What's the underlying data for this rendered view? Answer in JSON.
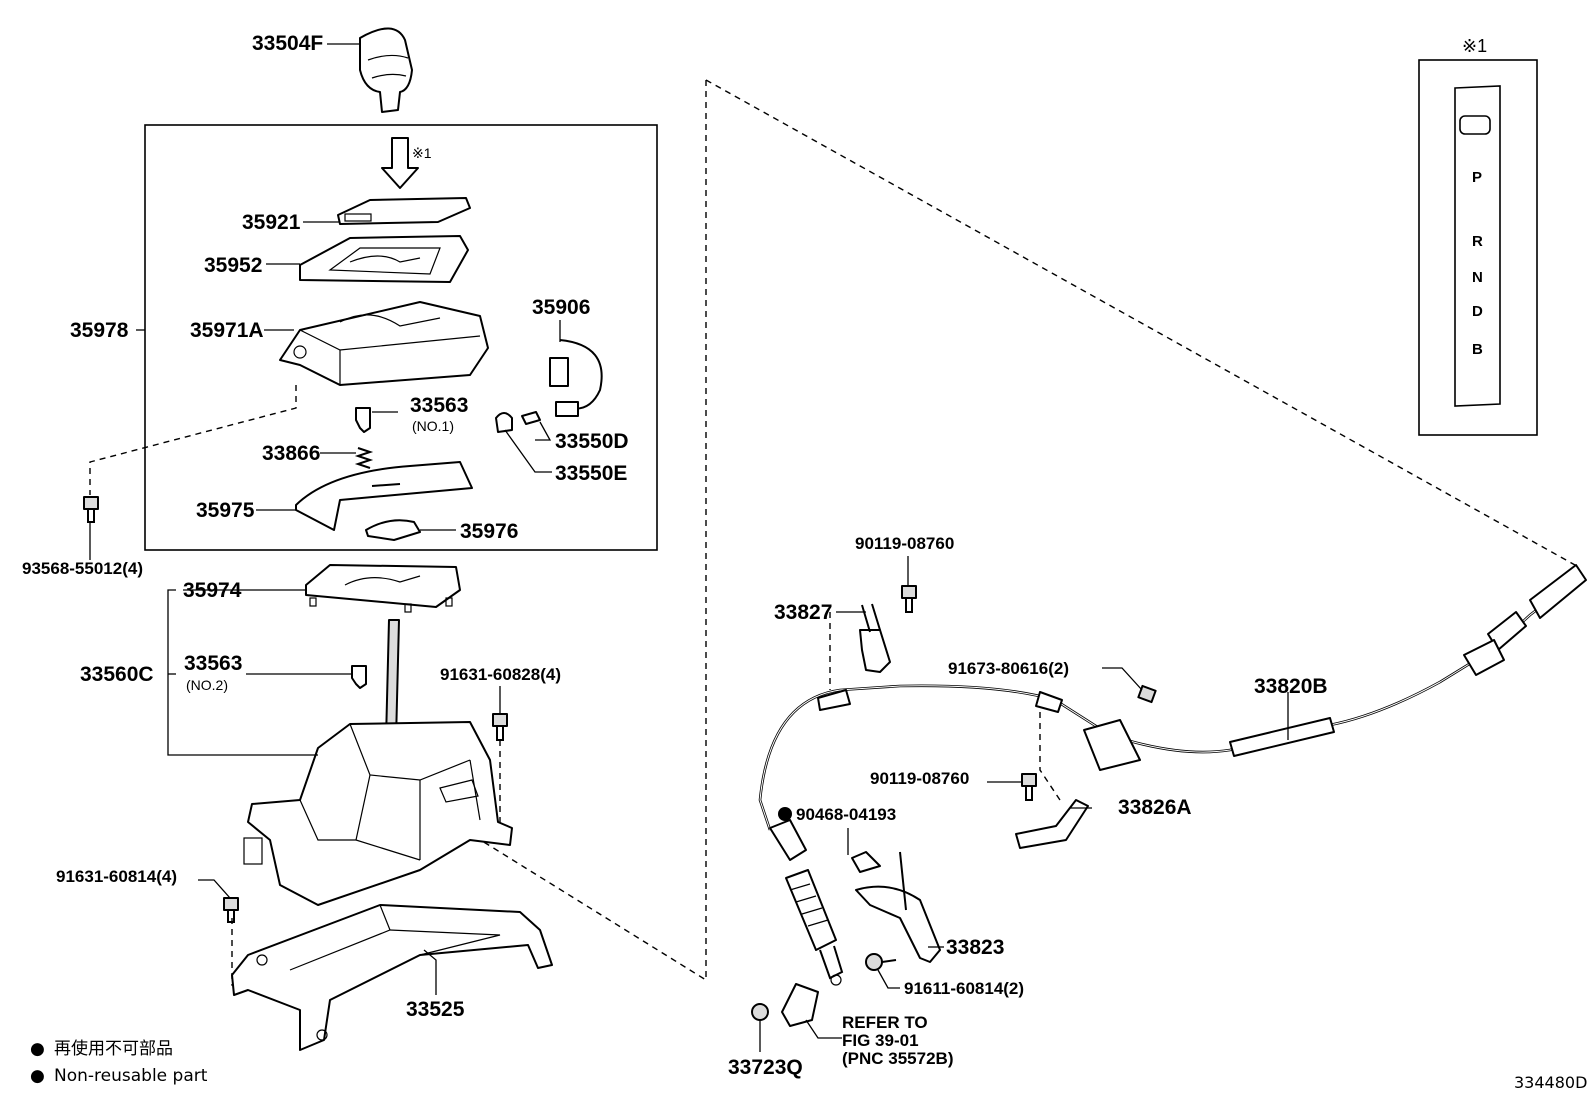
{
  "diagram": {
    "figure_code": "334480D",
    "reference_mark": "※1",
    "gate_letters": [
      "P",
      "R",
      "N",
      "D",
      "B"
    ],
    "legend": {
      "marker": "●",
      "text_jp": "再使用不可部品",
      "text_en": "Non-reusable part"
    },
    "refer": {
      "line1": "REFER TO",
      "line2": "FIG 39-01",
      "line3": "(PNC 35572B)"
    },
    "labels": {
      "p33504F": "33504F",
      "p35921": "35921",
      "p35952": "35952",
      "p35978": "35978",
      "p35971A": "35971A",
      "p35906": "35906",
      "p33563a": "33563",
      "p33563a_sub": "(NO.1)",
      "p33550D": "33550D",
      "p33866": "33866",
      "p33550E": "33550E",
      "p35975": "35975",
      "p35976": "35976",
      "p93568": "93568-55012(4)",
      "p35974": "35974",
      "p33560C": "33560C",
      "p33563b": "33563",
      "p33563b_sub": "(NO.2)",
      "p91631_828": "91631-60828(4)",
      "p91631_814": "91631-60814(4)",
      "p33525": "33525",
      "p90119a": "90119-08760",
      "p33827": "33827",
      "p91673": "91673-80616(2)",
      "p33820B": "33820B",
      "p90119b": "90119-08760",
      "p33826A": "33826A",
      "p90468": "90468-04193",
      "p33823": "33823",
      "p91611": "91611-60814(2)",
      "p33723Q": "33723Q"
    }
  }
}
